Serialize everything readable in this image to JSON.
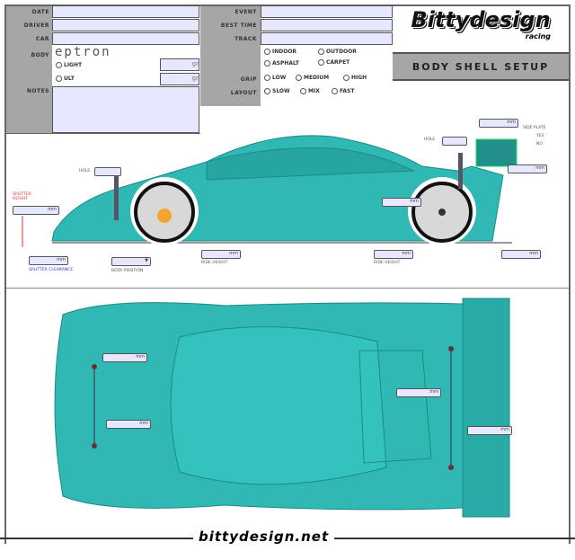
{
  "form": {
    "date_label": "DATE",
    "driver_label": "DRIVER",
    "car_label": "CAR",
    "body_label": "BODY",
    "body_value": "eptron",
    "light_label": "LIGHT",
    "ult_label": "ULT",
    "weight_unit": "gr",
    "notes_label": "NOTES",
    "event_label": "EVENT",
    "best_time_label": "BEST TIME",
    "track_label": "TRACK",
    "indoor": "INDOOR",
    "outdoor": "OUTDOOR",
    "asphalt": "ASPHALT",
    "carpet": "CARPET",
    "grip_label": "GRIP",
    "low": "LOW",
    "medium": "MEDIUM",
    "high": "HIGH",
    "layout_label": "LAYOUT",
    "slow": "SLOW",
    "mix": "MIX",
    "fast": "FAST"
  },
  "header": {
    "logo": "Bittydesign",
    "logo_sub": "racing",
    "title": "BODY SHELL SETUP"
  },
  "side_view": {
    "unit": "mm",
    "hole_label": "HOLE",
    "splitter_height": "SPLITTER HEIGHT",
    "splitter_clearance": "SPLITTER CLEARANCE",
    "body_position": "BODY POSITION",
    "ride_height": "RIDE HEIGHT",
    "side_plate": "SIDE PLATE",
    "yes": "YES",
    "no": "NO"
  },
  "footer": {
    "url": "bittydesign.net"
  },
  "colors": {
    "body": "#2fb8b4",
    "field": "#e6e8ff",
    "panel": "#a6a6a6"
  }
}
